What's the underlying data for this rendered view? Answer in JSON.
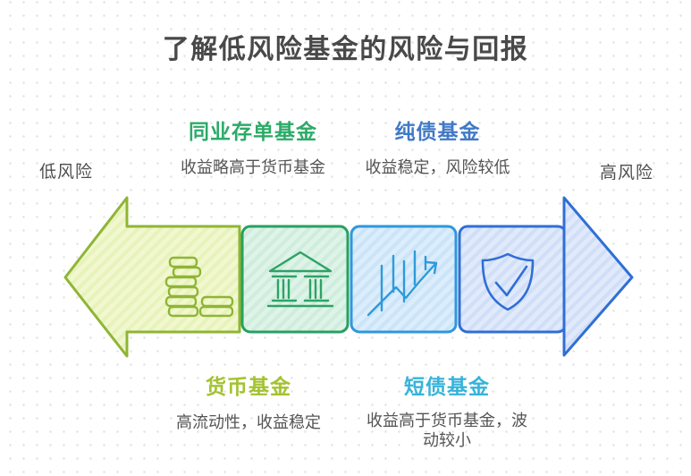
{
  "page": {
    "title": "了解低风险基金的风险与回报"
  },
  "risk_axis": {
    "left_label": "低风险",
    "right_label": "高风险"
  },
  "funds": {
    "top": [
      {
        "name": "同业存单基金",
        "desc": "收益略高于货币基金",
        "color": "#2bab67"
      },
      {
        "name": "纯债基金",
        "desc": "收益稳定，风险较低",
        "color": "#4079c6"
      }
    ],
    "bottom": [
      {
        "name": "货币基金",
        "desc": "高流动性，收益稳定",
        "color": "#a3c230"
      },
      {
        "name": "短债基金",
        "desc": "收益高于货币基金，波动较小",
        "color": "#36b3da"
      }
    ]
  },
  "arrow": {
    "direction": "low risk (left) to high risk (right)",
    "segments": [
      {
        "icon": "coins-icon",
        "fill": "#f1f8cf",
        "stroke": "#8fb535"
      },
      {
        "icon": "bank-icon",
        "fill": "#def4e8",
        "stroke": "#27a061"
      },
      {
        "icon": "chart-up-icon",
        "fill": "#dcedfb",
        "stroke": "#2f97dc"
      },
      {
        "icon": "shield-check-icon",
        "fill": "#e0eafb",
        "stroke": "#2f6fd6"
      }
    ]
  }
}
